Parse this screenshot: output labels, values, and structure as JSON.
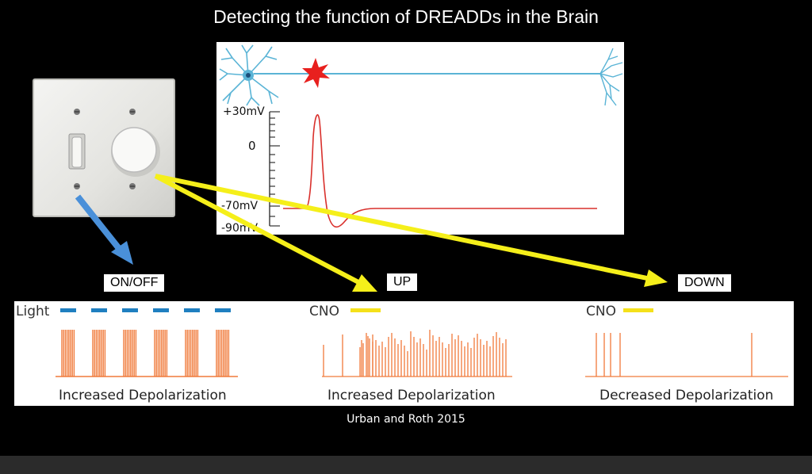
{
  "title": "Detecting the function of DREADDs in the Brain",
  "action_potential": {
    "tick_labels": [
      "+30mV",
      "0",
      "-70mV",
      "-90mV"
    ]
  },
  "arrow_labels": {
    "on_off": "ON/OFF",
    "up": "UP",
    "down": "DOWN"
  },
  "traces": [
    {
      "stimulus_label": "Light",
      "caption": "Increased Depolarization"
    },
    {
      "stimulus_label": "CNO",
      "caption": "Increased Depolarization"
    },
    {
      "stimulus_label": "CNO",
      "caption": "Decreased Depolarization"
    }
  ],
  "citation": "Urban and Roth 2015",
  "colors": {
    "background": "#000000",
    "neuron": "#5ab4d6",
    "spike_star": "#e8201e",
    "ap_trace": "#d9302c",
    "trace": "#f07a3a",
    "light_bar": "#1f7fc0",
    "cno_bar": "#f5e11a",
    "arrow_blue": "#4a90d9",
    "arrow_yellow": "#f5ef1a"
  }
}
